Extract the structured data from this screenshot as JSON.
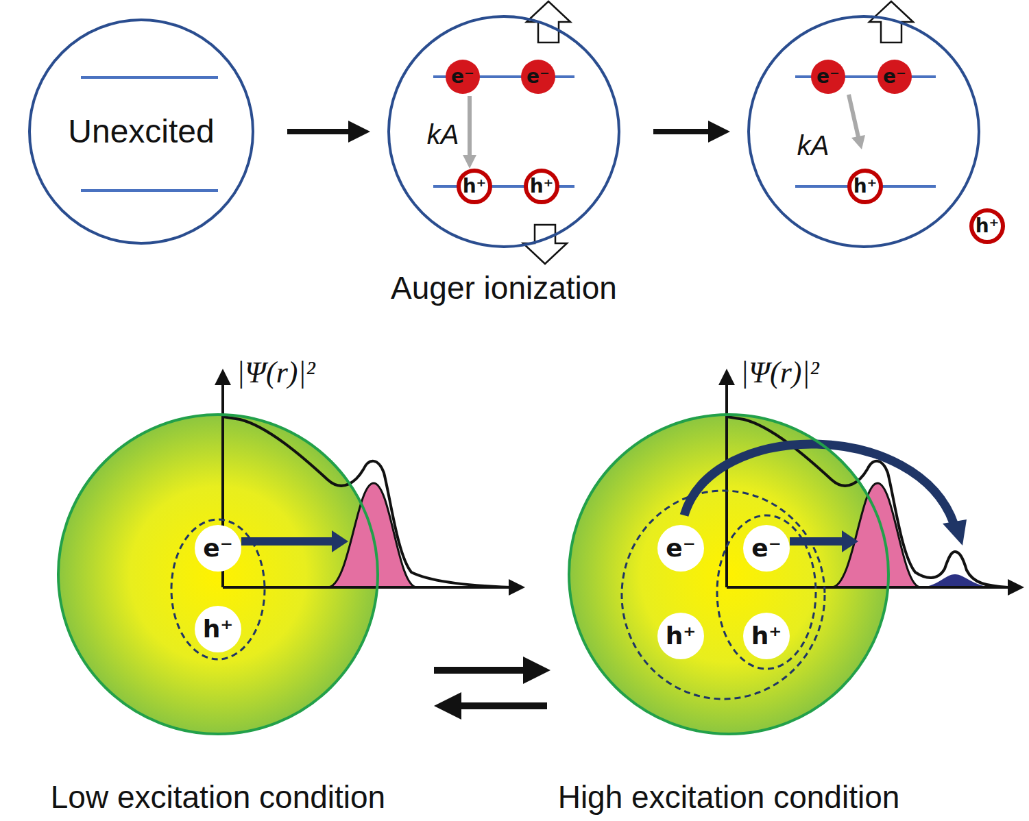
{
  "diagram": {
    "nodes": [
      {
        "text": [
          "Unexcited"
        ]
      },
      {
        "text": [
          "kA",
          "Auger ionization"
        ]
      },
      {
        "text": [
          "e⁻"
        ],
        "in": 1
      },
      {
        "text": [
          "e⁻"
        ],
        "in": 1
      },
      {
        "text": [
          "h⁺"
        ],
        "in": 1
      },
      {
        "text": [
          "h⁺"
        ],
        "in": 1
      },
      {
        "text": [
          "kA"
        ]
      },
      {
        "text": [
          "e⁻"
        ],
        "in": 6
      },
      {
        "text": [
          "e⁻"
        ],
        "in": 6
      },
      {
        "text": [
          "h⁺"
        ],
        "in": 6
      },
      {
        "text": [
          "h⁺"
        ]
      },
      {
        "text": [
          "Low excitation condition"
        ]
      },
      {
        "text": [
          "e⁻"
        ],
        "in": 11
      },
      {
        "text": [
          "h⁺"
        ],
        "in": 11
      },
      {
        "text": [
          "High excitation condition"
        ]
      },
      {
        "text": [
          "e⁻"
        ],
        "in": 14
      },
      {
        "text": [
          "e⁻"
        ],
        "in": 14
      },
      {
        "text": [
          "h⁺"
        ],
        "in": 14
      },
      {
        "text": [
          "h⁺"
        ],
        "in": 14
      }
    ],
    "edges": [
      {
        "from": 0,
        "to": 1,
        "arrow": "to"
      },
      {
        "from": 1,
        "to": 6,
        "arrow": "to"
      },
      {
        "from": 11,
        "to": 14,
        "arrow": "to"
      },
      {
        "from": 14,
        "to": 11,
        "arrow": "to"
      }
    ],
    "labels": [
      "|Ψ(r)|²",
      "|Ψ(r)|²"
    ]
  }
}
